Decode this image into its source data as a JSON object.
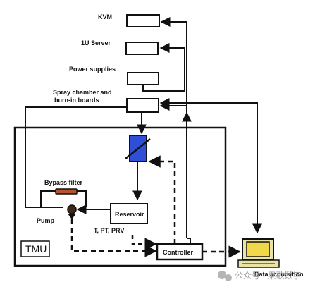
{
  "labels": {
    "kvm": "KVM",
    "server_1u": "1U Server",
    "power_supplies": "Power supplies",
    "spray_line1": "Spray chamber and",
    "spray_line2": "burn-in boards",
    "bypass_filter": "Bypass filter",
    "pump": "Pump",
    "reservoir": "Reservoir",
    "sensors": "T, PT, PRV",
    "controller": "Controller",
    "tmu": "TMU",
    "data_acquisition": "Data acquisition"
  },
  "watermark": {
    "text": "公众号 · 果歌数字"
  },
  "colors": {
    "line": "#111111",
    "valve_fill": "#2f4fd6",
    "filter_fill": "#b5532e",
    "screen_fill": "#f0d84a",
    "monitor_body": "#e9e3a4"
  },
  "icons": {
    "valve": "control-valve-icon",
    "filter": "filter-icon",
    "pump": "pump-icon",
    "computer": "computer-icon",
    "watermark": "wechat-icon"
  }
}
